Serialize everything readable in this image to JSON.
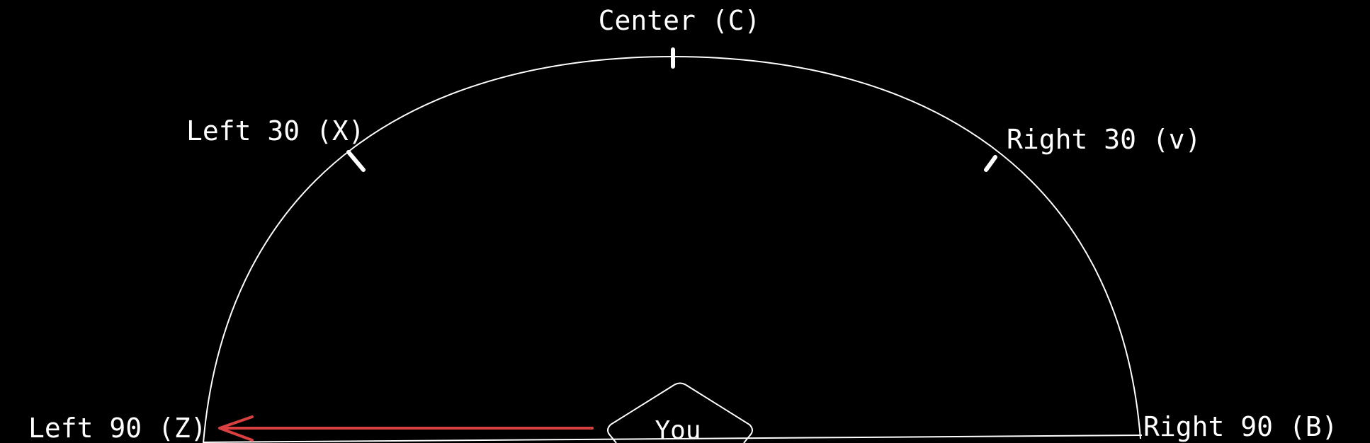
{
  "diagram": {
    "labels": {
      "center": "Center (C)",
      "left30": "Left 30 (X)",
      "right30": "Right 30 (v)",
      "left90": "Left 90 (Z)",
      "right90": "Right 90 (B)",
      "you": "You"
    },
    "colors": {
      "background": "#000000",
      "line": "#ffffff",
      "arrow": "#d94040"
    }
  }
}
